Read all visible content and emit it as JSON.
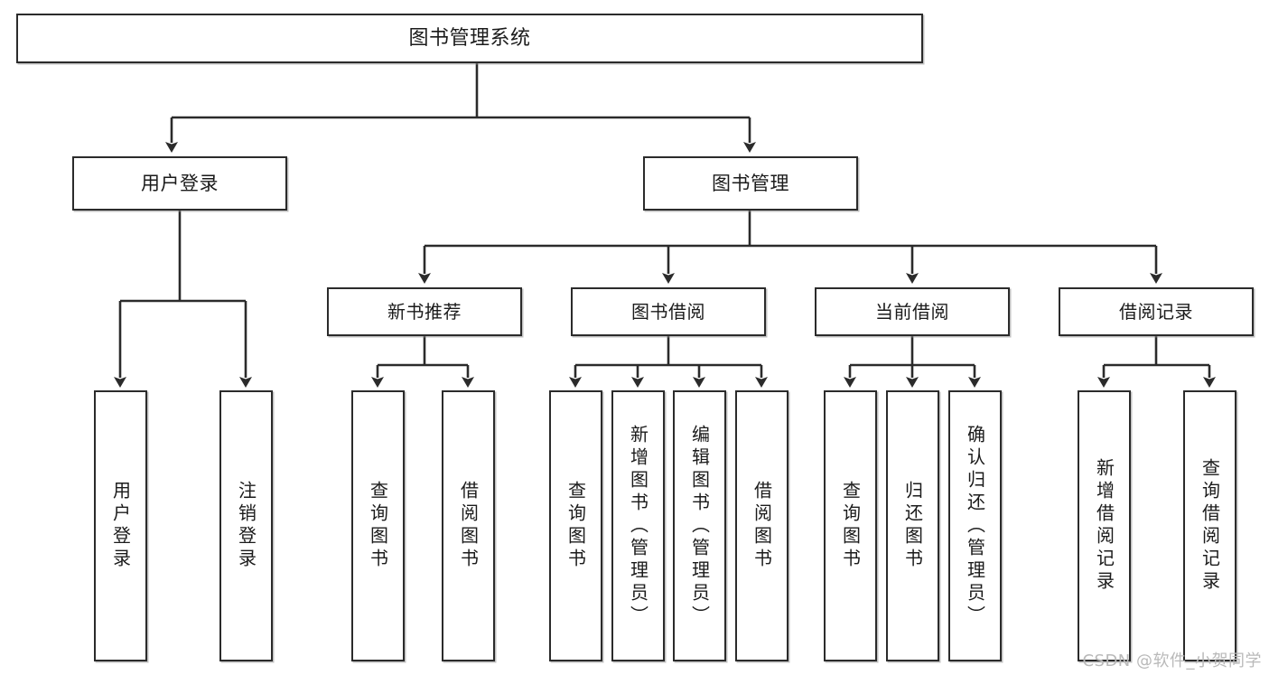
{
  "diagram": {
    "title": "图书管理系统",
    "watermark": "CSDN @软件_小贺同学",
    "line_color": "#2b2b2b",
    "box_fill": "#ffffff",
    "text_color": "#1b1b1b",
    "watermark_color": "#b9b9b9"
  },
  "nodes": {
    "root": {
      "label": "图书管理系统"
    },
    "level2": [
      {
        "label": "用户登录"
      },
      {
        "label": "图书管理"
      }
    ],
    "level3": [
      {
        "label": "新书推荐"
      },
      {
        "label": "图书借阅"
      },
      {
        "label": "当前借阅"
      },
      {
        "label": "借阅记录"
      }
    ],
    "leaves": {
      "user_login": [
        {
          "label": "用户登录"
        },
        {
          "label": "注销登录"
        }
      ],
      "new_book": [
        {
          "label": "查询图书"
        },
        {
          "label": "借阅图书"
        }
      ],
      "book_borrow": [
        {
          "label": "查询图书"
        },
        {
          "label": "新增图书（管理员）"
        },
        {
          "label": "编辑图书（管理员）"
        },
        {
          "label": "借阅图书"
        }
      ],
      "current_borrow": [
        {
          "label": "查询图书"
        },
        {
          "label": "归还图书"
        },
        {
          "label": "确认归还（管理员）"
        }
      ],
      "borrow_record": [
        {
          "label": "新增借阅记录"
        },
        {
          "label": "查询借阅记录"
        }
      ]
    }
  }
}
